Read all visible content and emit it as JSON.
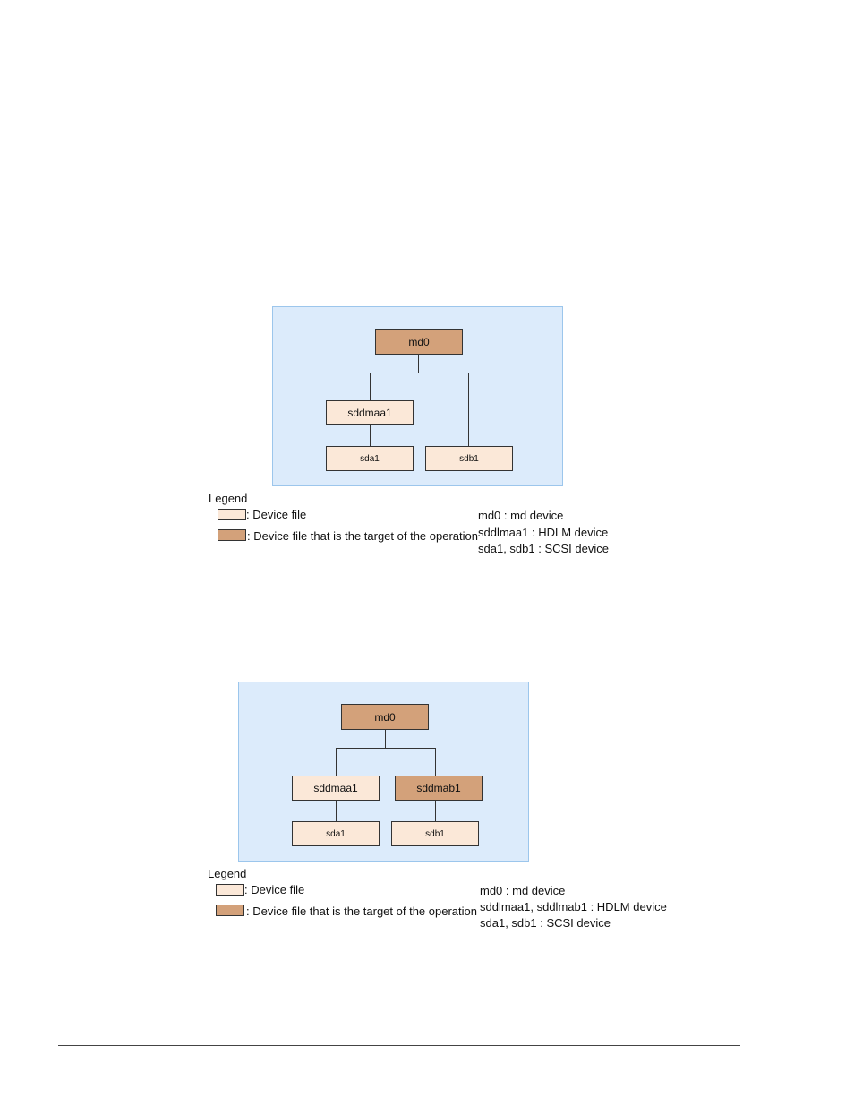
{
  "figure1": {
    "nodes": {
      "md0": "md0",
      "hdlm_a": "sddmaa1",
      "sda": "sda1",
      "sdb": "sdb1"
    },
    "legend": {
      "title": "Legend",
      "device_file": ": Device file",
      "target_file": ": Device file that is the target of the operation"
    },
    "descriptions": [
      "md0 : md device",
      "sddlmaa1 : HDLM device",
      "sda1, sdb1 : SCSI device"
    ]
  },
  "figure2": {
    "nodes": {
      "md0": "md0",
      "hdlm_a": "sddmaa1",
      "hdlm_b": "sddmab1",
      "sda": "sda1",
      "sdb": "sdb1"
    },
    "legend": {
      "title": "Legend",
      "device_file": ": Device file",
      "target_file": ": Device file that is the target of the operation"
    },
    "descriptions": [
      "md0 : md device",
      "sddlmaa1, sddlmab1 : HDLM device",
      "sda1, sdb1 : SCSI device"
    ]
  },
  "colors": {
    "panel": "#dcebfb",
    "device_file": "#fbe8d8",
    "target_file": "#d3a17a"
  }
}
